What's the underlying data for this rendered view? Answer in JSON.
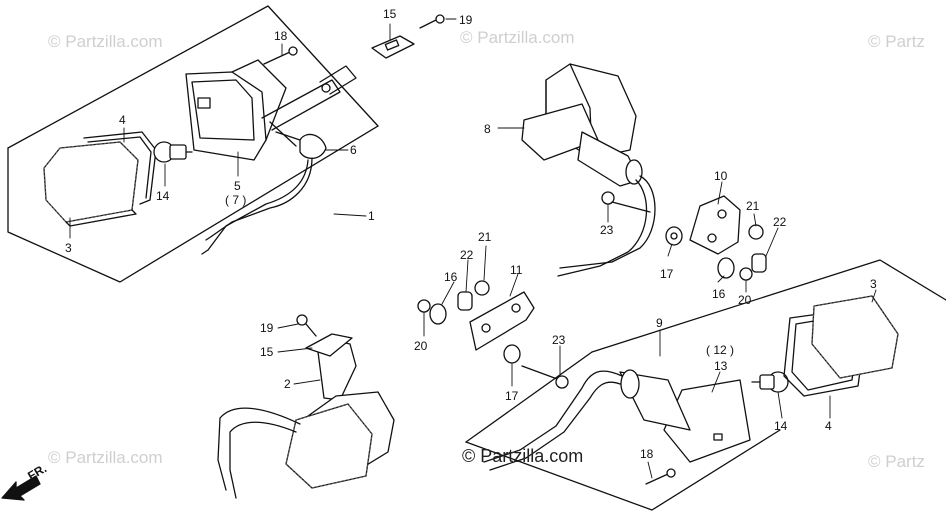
{
  "watermarks": {
    "top_left": "© Partzilla.com",
    "top_center": "© Partzilla.com",
    "top_right": "© Partz",
    "bottom_left": "© Partzilla.com",
    "bottom_center": "© Partzilla.com",
    "bottom_right": "© Partz"
  },
  "direction_label": "FR.",
  "parts": {
    "p1": "1",
    "p2": "2",
    "p3a": "3",
    "p3b": "3",
    "p4a": "4",
    "p4b": "4",
    "p5": "5",
    "p7": "( 7 )",
    "p6": "6",
    "p8": "8",
    "p9": "9",
    "p10": "10",
    "p11": "11",
    "p12": "( 12 )",
    "p13": "13",
    "p14a": "14",
    "p14b": "14",
    "p15a": "15",
    "p15b": "15",
    "p16a": "16",
    "p16b": "16",
    "p17a": "17",
    "p17b": "17",
    "p18a": "18",
    "p18b": "18",
    "p19a": "19",
    "p19b": "19",
    "p20a": "20",
    "p20b": "20",
    "p21a": "21",
    "p21b": "21",
    "p22a": "22",
    "p22b": "22",
    "p23a": "23",
    "p23b": "23"
  }
}
